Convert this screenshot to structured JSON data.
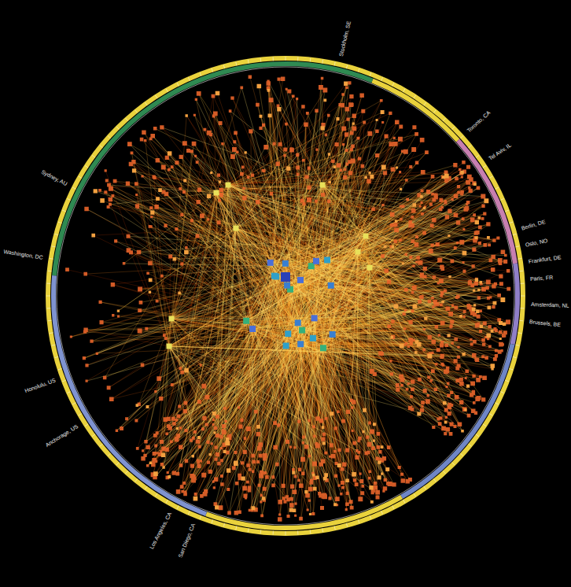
{
  "diagram": {
    "labels": [
      "Stockholm, SE",
      "Toronto, CA",
      "Tel Aviv, IL",
      "Berlin, DE",
      "Oslo, NO",
      "Frankfurt, DE",
      "Paris, FR",
      "Amsterdam, NL",
      "Brussels, BE",
      "San Diego, CA",
      "Los Angeles, CA",
      "Anchorage, US",
      "Honolulu, US",
      "Washington, DC",
      "Sydney, AU"
    ]
  }
}
